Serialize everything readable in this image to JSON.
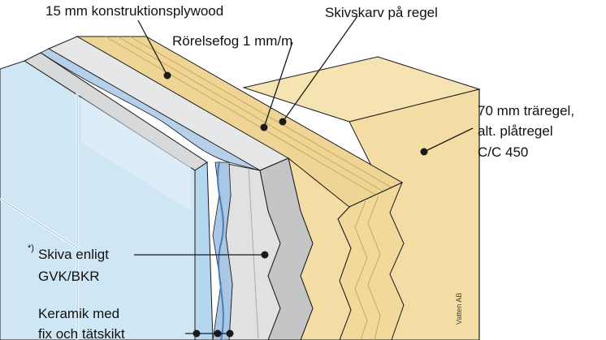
{
  "diagram": {
    "labels": {
      "plywood": "15 mm konstruktionsplywood",
      "joint": "Skivskarv på regel",
      "movement_joint": "Rörelsefog 1 mm/m",
      "stud_line1": "70 mm träregel,",
      "stud_line2": "alt. plåtregel",
      "stud_line3": "C/C 450",
      "board_marker": "*)",
      "board_line1": "Skiva enligt",
      "board_line2": "GVK/BKR",
      "ceramic_line1": "Keramik med",
      "ceramic_line2": "fix och tätskikt"
    },
    "credit": "Vatten AB",
    "colors": {
      "wood": "#f3dda4",
      "wood_dark": "#e9cd86",
      "plywood_line": "#c8a85a",
      "board_front": "#c3c5c7",
      "board_side": "#a9acae",
      "board_top": "#e6e7e8",
      "membrane": "#a9c6e4",
      "tile": "#cfe7f5",
      "tile_dark": "#b5d7ee",
      "outline": "#1a1a1a"
    }
  }
}
